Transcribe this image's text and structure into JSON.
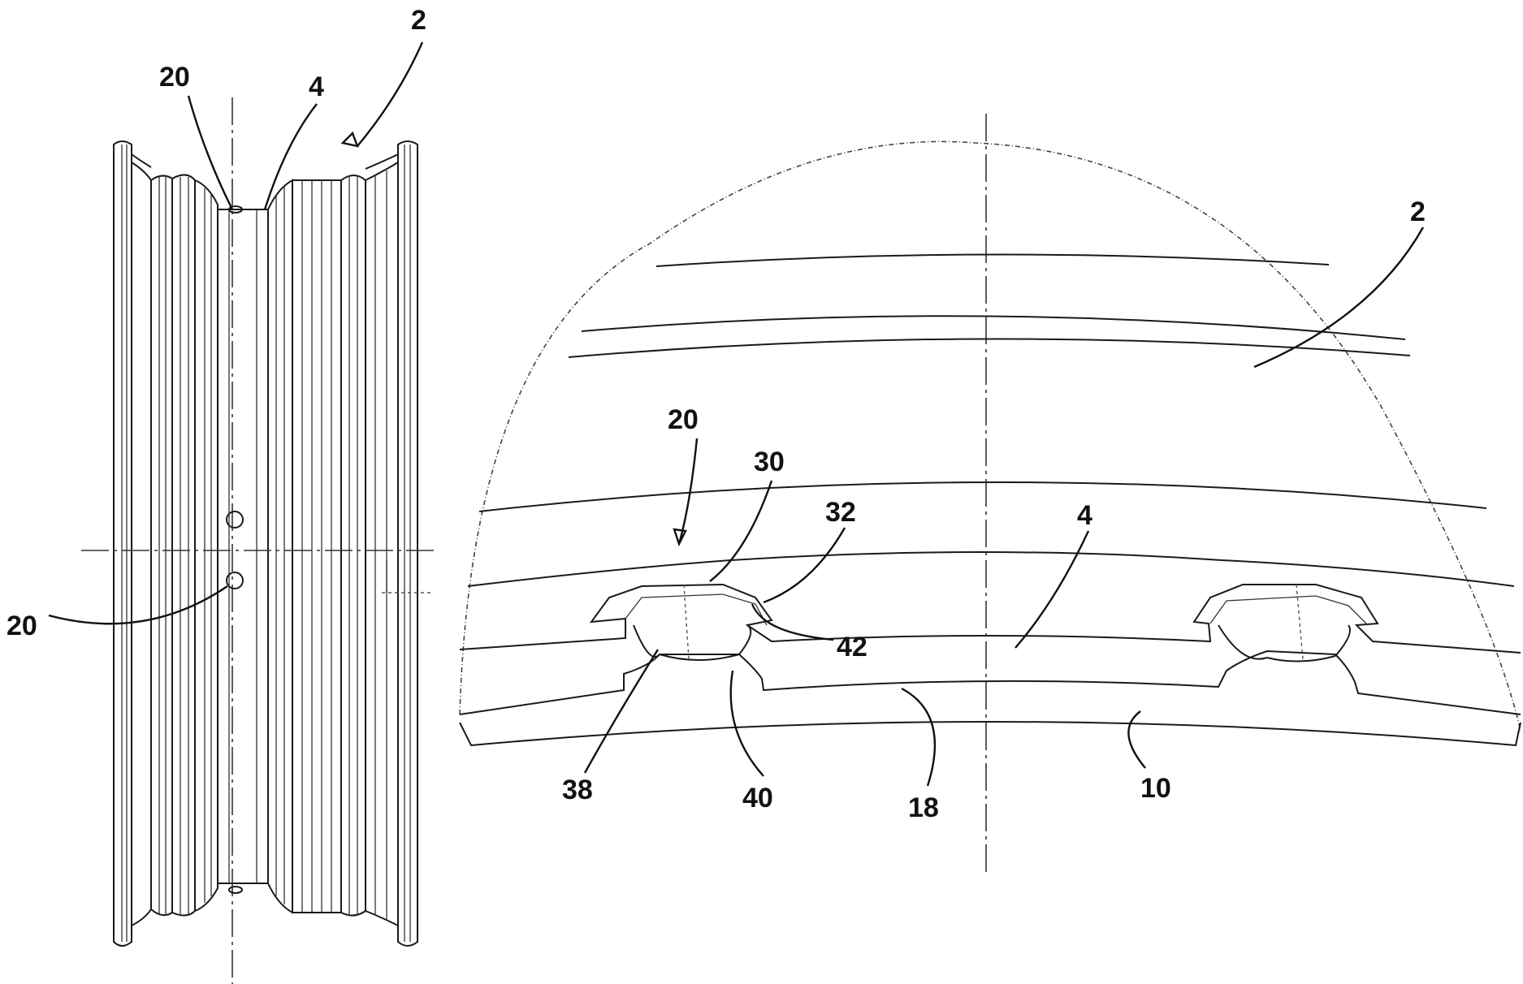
{
  "figure": {
    "left_view": {
      "labels": {
        "rim": "2",
        "drop_center": "4",
        "hole_top": "20",
        "hole_side": "20"
      }
    },
    "detail_view": {
      "labels": {
        "rim": "2",
        "element": "20",
        "cap": "30",
        "flange": "32",
        "drop_center": "4",
        "web": "42",
        "body": "38",
        "recess": "40",
        "band": "18",
        "bed": "10"
      }
    }
  }
}
